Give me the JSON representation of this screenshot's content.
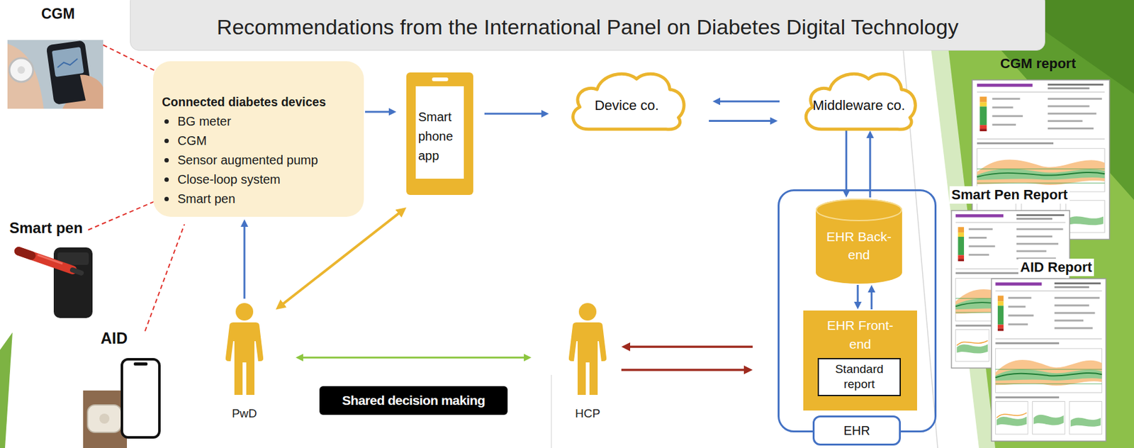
{
  "diagram": {
    "title": "Recommendations from the International Panel on Diabetes Digital Technology",
    "nodes": [
      {
        "text": [
          "Connected diabetes devices",
          "BG meter",
          "CGM",
          "Sensor augmented pump",
          "Close-loop system",
          "Smart pen"
        ]
      },
      {
        "text": [
          "Smart phone app"
        ]
      },
      {
        "text": [
          "Device co."
        ]
      },
      {
        "text": [
          "Middleware co."
        ]
      },
      {
        "text": [
          "EHR"
        ]
      },
      {
        "text": [
          "EHR Back-end"
        ],
        "in": 4
      },
      {
        "text": [
          "EHR Front-end"
        ],
        "in": 4
      },
      {
        "text": [
          "Standard report"
        ],
        "in": 6
      },
      {
        "text": [
          "PwD"
        ]
      },
      {
        "text": [
          "HCP"
        ]
      }
    ],
    "edges": [
      {
        "from": 0,
        "to": 1,
        "arrow": "to"
      },
      {
        "from": 1,
        "to": 2,
        "arrow": "to"
      },
      {
        "from": 3,
        "to": 2,
        "arrow": "to"
      },
      {
        "from": 2,
        "to": 3,
        "arrow": "to"
      },
      {
        "from": 3,
        "to": 5,
        "arrow": "to"
      },
      {
        "from": 5,
        "to": 3,
        "arrow": "to"
      },
      {
        "from": 5,
        "to": 6,
        "arrow": "to"
      },
      {
        "from": 6,
        "to": 5,
        "arrow": "to"
      },
      {
        "from": 4,
        "to": 9,
        "arrow": "to"
      },
      {
        "from": 9,
        "to": 4,
        "arrow": "to"
      },
      {
        "from": 8,
        "to": 0,
        "arrow": "to"
      },
      {
        "from": 8,
        "to": 1,
        "arrow": "both"
      },
      {
        "from": 8,
        "to": 9,
        "label": "Shared decision making",
        "arrow": "both"
      }
    ],
    "labels": [
      "CGM",
      "Smart pen",
      "AID",
      "CGM report",
      "Smart Pen Report",
      "AID Report"
    ]
  }
}
